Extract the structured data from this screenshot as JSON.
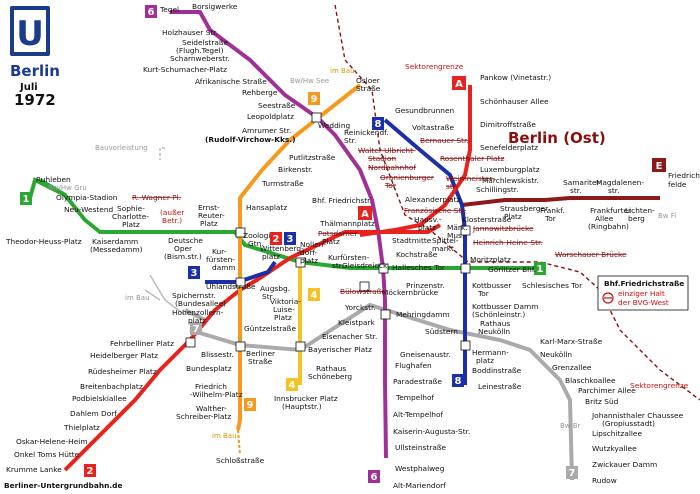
{
  "logo": {
    "letter": "U",
    "city": "Berlin",
    "month": "Juli",
    "year": "1972"
  },
  "credit": "Berliner-Untergrundbahn.de",
  "colors": {
    "line1": "#2aa832",
    "line2": "#e8231e",
    "line3": "#1b2fa8",
    "line4": "#f2c322",
    "line5": "#8b1a1a",
    "line6": "#a03096",
    "line7": "#aaaaaa",
    "line8": "#1b2fa8",
    "line9": "#f59a1e",
    "lineA": "#e8231e",
    "lineE": "#8b1a1a"
  },
  "labels": {
    "east_title": "Berlin (Ost)",
    "sektorengrenze1": "Sektorengrenze",
    "sektorengrenze2": "Sektorengrenze",
    "bauvorleistung": "Bauvorleistung",
    "legend_line1": "Bhf.Friedrichstraße",
    "legend_line2": "einziger Halt",
    "legend_line3": "der BVG-West",
    "im_bau_1": "im Bau",
    "im_bau_2": "im Bau",
    "im_bau_3": "im Bau",
    "ausser_betr1": "(außer",
    "ausser_betr2": "Betr.)",
    "bw_hw_see": "Bw/Hw See",
    "bw_hw_gru": "Bw/Hw Gru",
    "bw_br": "Bw Br",
    "bw_fi": "Bw Fi"
  },
  "badges": {
    "b1": "1",
    "b1e": "1",
    "b2": "2",
    "b2z": "2",
    "b3": "3",
    "b3z": "3",
    "b4a": "4",
    "b4b": "4",
    "b5": "E",
    "b6a": "6",
    "b6b": "6",
    "b7a": "7",
    "b7b": "7",
    "b8a": "8",
    "b8b": "8",
    "b9a": "9",
    "b9b": "9",
    "bA1": "A",
    "bA2": "A"
  },
  "stations": {
    "tegel": "Tegel",
    "borsigwerke": "Borsigwerke",
    "holzhauser": "Holzhauser Str.",
    "seidelstr": "Seidelstraße",
    "flughtegel": "(Flugh.Tegel)",
    "scharnweber": "Scharnweberstr.",
    "kurtschumacher": "Kurt-Schumacher-Platz",
    "afrikanische": "Afrikanische Straße",
    "rehberge": "Rehberge",
    "seestr": "Seestraße",
    "leopoldplatz": "Leopoldplatz",
    "amrumer": "Amrumer Str.",
    "rudolfvirchow": "(Rudolf-Virchow-Kks.)",
    "wedding": "Wedding",
    "reinickendorf1": "Reinickendf.",
    "reinickendorf2": "Str.",
    "oslo1": "Osloer",
    "oslo2": "Straße",
    "gesundbrunnen": "Gesundbrunnen",
    "voltastr": "Voltastraße",
    "bernauer": "Bernauer Str.",
    "rosenthaler": "Rosenthaler Platz",
    "weinmeister1": "Weinmeister-",
    "weinmeister2": "str.",
    "walterulbricht1": "Walter-Ulbricht-",
    "walterulbricht2": "Stadion",
    "nordbahnhof": "Nordbahnhof",
    "oranienburger1": "Oranienburger",
    "oranienburger2": "Tor",
    "pankow": "Pankow (Vinetastr.)",
    "schoenhauser": "Schönhauser Allee",
    "dimitroff": "Dimitroffstraße",
    "senefelder": "Senefelderplatz",
    "luxemburg": "Luxemburgplatz",
    "marchlewski": "Marchlewskistr.",
    "schillingstr": "Schillingstr.",
    "samariter1": "Samariter-",
    "samariter2": "str.",
    "magdalenen1": "Magdalenen-",
    "magdalenen2": "str.",
    "friedrichsfelde1": "Friedrichs-",
    "friedrichsfelde2": "felde",
    "strausberger1": "Strausberger",
    "strausberger2": "Platz",
    "frankfurtertor1": "Frankf.",
    "frankfurtertor2": "Tor",
    "frankfurterallee1": "Frankfurter",
    "frankfurterallee2": "Allee",
    "frankfurterallee3": "(Ringbahn)",
    "lichtenberg1": "Lichten-",
    "lichtenberg2": "berg",
    "alexanderplatz": "Alexanderplatz",
    "klosterstr": "Klosterstraße",
    "jannowitz": "Jannowitzbrücke",
    "heinrichheine": "Heinrich-Heine-Str.",
    "moritzplatz": "Moritzplatz",
    "goerlitzer": "Görlitzer Bhf.",
    "warschauer": "Warschauer Brücke",
    "schlesischestor": "Schlesisches Tor",
    "kottbussertor1": "Kottbusser",
    "kottbussertor2": "Tor",
    "kottbusserdamm1": "Kottbusser Damm",
    "kottbusserdamm2": "(Schönleinstr.)",
    "rathausneukoelln1": "Rathaus",
    "rathausneukoelln2": "Neukölln",
    "hermannplatz1": "Hermann-",
    "hermannplatz2": "platz",
    "boddinstr": "Boddinstraße",
    "leinestr": "Leinestraße",
    "karlmarx": "Karl-Marx-Straße",
    "neukoelln": "Neukölln",
    "grenzallee": "Grenzallee",
    "blaschko": "Blaschkoallee",
    "parchimer": "Parchimer Allee",
    "britzsued": "Britz Süd",
    "johannisthaler1": "Johannisthaler Chaussee",
    "johannisthaler2": "(Gropiusstadt)",
    "lipschitz": "Lipschitzallee",
    "wutzky": "Wutzkyallee",
    "zwickauer": "Zwickauer Damm",
    "rudow": "Rudow",
    "friedrichstr": "Bhf. Friedrichstr.",
    "franzoesische1": "Französische Str.",
    "hausvogtei1": "Hausv.-",
    "hausvogtei2": "platz",
    "thaelmann": "Thälmannplatz",
    "potsdamer1": "Potsdamer",
    "potsdamer2": "Platz",
    "stadtmitte": "Stadtmitte",
    "spittelmarkt1": "Spittel-",
    "spittelmarkt2": "markt",
    "maerkisches1": "Märk.",
    "maerkisches2": "Mus.",
    "kochstr": "Kochstraße",
    "halleschestor": "Hallesches Tor",
    "prinzenstr": "Prinzenstr.",
    "mehringdamm": "Mehringdamm",
    "mockernbruecke": "Möckernbrücke",
    "gleisdreieck": "Gleisdreieck",
    "kurfuerstenstr1": "Kurfürsten-",
    "kurfuerstenstr2": "str.",
    "buelowstr": "Bülowstraße",
    "nollendorfplatz1": "Nollen-",
    "nollendorfplatz2": "dorf-",
    "nollendorfplatz3": "platz",
    "wittenbergplatz1": "Wittenberg-",
    "wittenbergplatz2": "platz",
    "zoologischer1": "Zoologi.",
    "zoologischer2": "Gtn.",
    "kurfuerstendamm1": "Kur-",
    "kurfuerstendamm2": "fürsten-",
    "kurfuerstendamm3": "damm",
    "uhlandstr": "Uhlandstraße",
    "yorckstr": "Yorckstr.",
    "kleistpark": "Kleistpark",
    "eisenacher": "Eisenacher Str.",
    "bayerischer": "Bayerischer Platz",
    "rathausschoeneberg1": "Rathaus",
    "rathausschoeneberg2": "Schöneberg",
    "innsbrucker1": "Innsbrucker Platz",
    "innsbrucker2": "(Hauptstr.)",
    "viktorialuise1": "Viktoria-",
    "viktorialuise2": "Luise-",
    "viktorialuise3": "Platz",
    "augsburger1": "Augsbg.",
    "augsburger2": "Str.",
    "spichernstr1": "Spichernstr.",
    "spichernstr2": "(Bundesallee)",
    "hohenzollern1": "Hohenzollern-",
    "hohenzollern2": "platz",
    "fehrbelliner": "Fehrbelliner Platz",
    "heidelberger": "Heidelberger Platz",
    "ruedesheimer": "Rüdesheimer Platz",
    "breitenbach": "Breitenbachplatz",
    "podbielski": "Podbielskiallee",
    "dahlemdorf": "Dahlem Dorf",
    "thielplatz": "Thielplatz",
    "oskarhelene": "Oskar-Helene-Heim",
    "onkeltom": "Onkel Toms Hütte",
    "krummelanke": "Krumme Lanke",
    "guentzelstr": "Güntzelstraße",
    "blissestr": "Blissestr.",
    "berlinerstr1": "Berliner",
    "berlinerstr2": "Straße",
    "bundesplatz": "Bundesplatz",
    "friedrichwilhelm1": "Friedrich",
    "friedrichwilhelm2": "-Wilhelm-Platz",
    "waltherschreiber1": "Walther-",
    "waltherschreiber2": "Schreiber-Platz",
    "schlossstr": "Schloßstraße",
    "hansaplatz": "Hansaplatz",
    "turmstr": "Turmstraße",
    "birkenstr": "Birkenstr.",
    "putlitzstr": "Putlitzstraße",
    "ernstreuter1": "Ernst-",
    "ernstreuter2": "Reuter-",
    "ernstreuter3": "Platz",
    "deutscheoper1": "Deutsche",
    "deutscheoper2": "Oper",
    "deutscheoper3": "(Bism.str.)",
    "kaiserdamm1": "Kaiserdamm",
    "kaiserdamm2": "(Messedamm)",
    "theodorheuss": "Theodor-Heuss-Platz",
    "neuwestend": "Neu-Westend",
    "sophiecharlotte1": "Sophie-",
    "sophiecharlotte2": "Charlotte-",
    "sophiecharlotte3": "Platz",
    "rwagner": "R.-Wagner-Pl.",
    "olympia": "Olympia-Stadion",
    "ruhleben": "Ruhleben",
    "gneisenau": "Gneisenaustr.",
    "suedstern": "Südstern",
    "flughafen": "Flughafen",
    "paradestr": "Paradestraße",
    "tempelhof": "Tempelhof",
    "alttempelhof": "Alt-Tempelhof",
    "kaiseraugusta": "Kaiserin-Augusta-Str.",
    "ullsteinstr": "Ullsteinstraße",
    "westphalweg": "Westphalweg",
    "altmariendorf": "Alt-Mariendorf",
    "kochstr2": "Kochstraße"
  }
}
